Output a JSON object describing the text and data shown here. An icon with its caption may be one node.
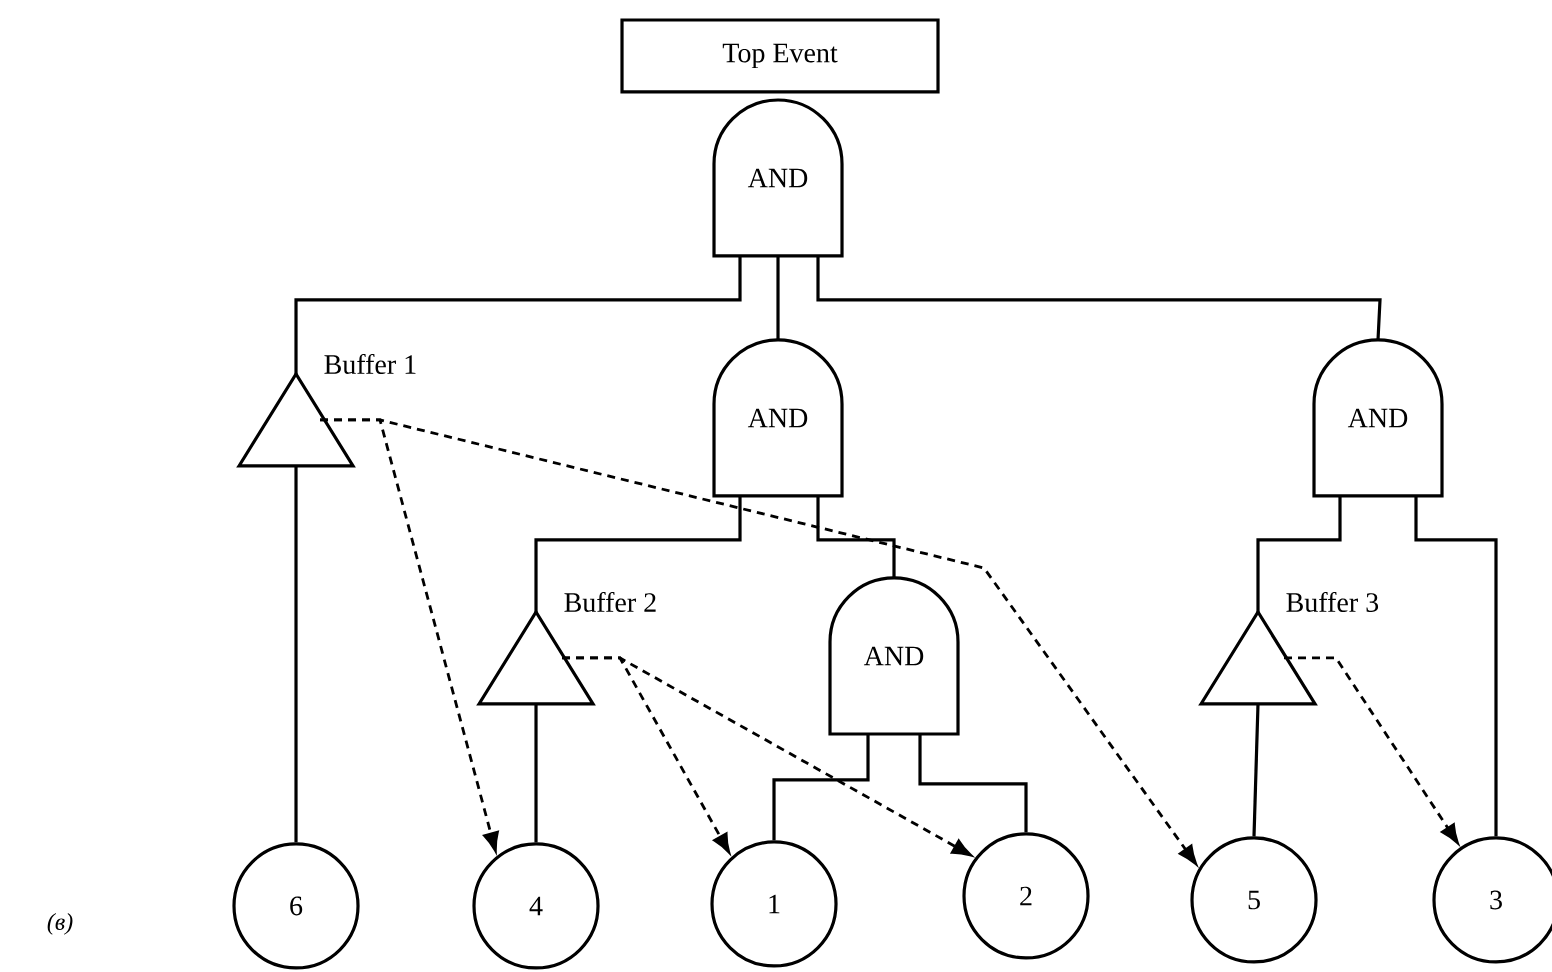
{
  "diagram": {
    "nodes": [
      {
        "text": [
          "Top Event"
        ]
      },
      {
        "text": [
          "AND"
        ]
      },
      {
        "text": [
          "Buffer 1"
        ]
      },
      {
        "text": [
          "AND"
        ]
      },
      {
        "text": [
          "AND"
        ]
      },
      {
        "text": [
          "Buffer 2"
        ]
      },
      {
        "text": [
          "AND"
        ]
      },
      {
        "text": [
          "Buffer 3"
        ]
      },
      {
        "text": [
          "6"
        ]
      },
      {
        "text": [
          "4"
        ]
      },
      {
        "text": [
          "1"
        ]
      },
      {
        "text": [
          "2"
        ]
      },
      {
        "text": [
          "5"
        ]
      },
      {
        "text": [
          "3"
        ]
      }
    ],
    "edges": [
      {
        "from": 1,
        "to": 2,
        "arrow": "none"
      },
      {
        "from": 1,
        "to": 3,
        "arrow": "none"
      },
      {
        "from": 1,
        "to": 4,
        "arrow": "none"
      },
      {
        "from": 3,
        "to": 5,
        "arrow": "none"
      },
      {
        "from": 3,
        "to": 6,
        "arrow": "none"
      },
      {
        "from": 4,
        "to": 7,
        "arrow": "none"
      },
      {
        "from": 4,
        "to": 13,
        "arrow": "none"
      },
      {
        "from": 2,
        "to": 8,
        "arrow": "none"
      },
      {
        "from": 5,
        "to": 9,
        "arrow": "none"
      },
      {
        "from": 6,
        "to": 10,
        "arrow": "none"
      },
      {
        "from": 6,
        "to": 11,
        "arrow": "none"
      },
      {
        "from": 7,
        "to": 12,
        "arrow": "none"
      },
      {
        "from": 2,
        "to": 9,
        "arrow": "to",
        "style": "dashed"
      },
      {
        "from": 2,
        "to": 12,
        "arrow": "to",
        "style": "dashed"
      },
      {
        "from": 5,
        "to": 10,
        "arrow": "to",
        "style": "dashed"
      },
      {
        "from": 5,
        "to": 11,
        "arrow": "to",
        "style": "dashed"
      },
      {
        "from": 7,
        "to": 13,
        "arrow": "to",
        "style": "dashed"
      }
    ],
    "labels": [
      "(в)"
    ]
  }
}
